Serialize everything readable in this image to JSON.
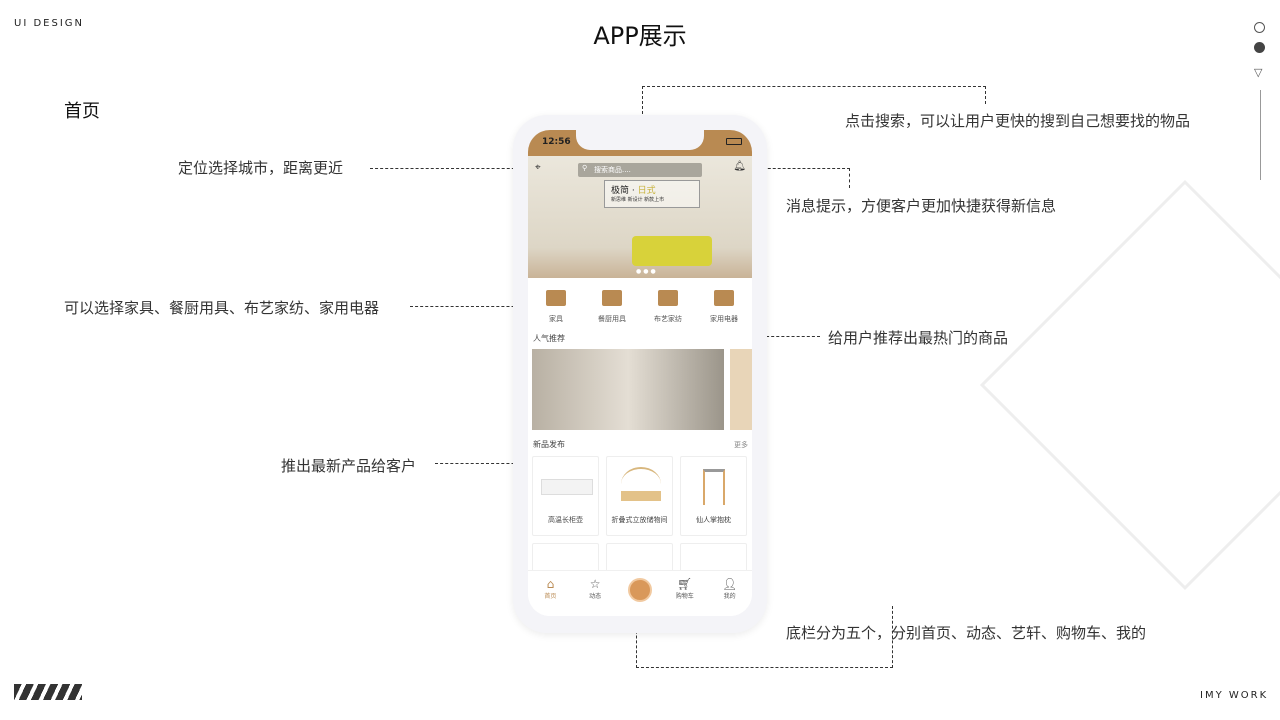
{
  "brand": "UI DESIGN",
  "title": "APP展示",
  "section": "首页",
  "footer": "IMY WORK",
  "accent": "#b98a52",
  "notes": {
    "search": "点击搜索，可以让用户更快的搜到自己想要找的物品",
    "location": "定位选择城市，距离更近",
    "message": "消息提示，方便客户更加快捷获得新信息",
    "categories": "可以选择家具、餐厨用具、布艺家纺、家用电器",
    "popular": "给用户推荐出最热门的商品",
    "newest": "推出最新产品给客户",
    "tabbar": "底栏分为五个，分别首页、动态、艺轩、购物车、我的"
  },
  "app": {
    "time": "12:56",
    "search_placeholder": "搜索商品....",
    "promo_title": "极简 · ",
    "promo_accent": "日式",
    "promo_sub": "新思维 新设计 新款上市",
    "categories": [
      {
        "label": "家具",
        "icon": "sofa-icon"
      },
      {
        "label": "餐厨用具",
        "icon": "cabinet-icon"
      },
      {
        "label": "布艺家纺",
        "icon": "desk-icon"
      },
      {
        "label": "家用电器",
        "icon": "lamp-icon"
      }
    ],
    "popular_title": "人气推荐",
    "new_title": "新品发布",
    "more": "更多",
    "products": [
      "高温长柜壶",
      "折叠式立放储物间",
      "仙人掌抱枕"
    ],
    "tabs": [
      {
        "label": "首页",
        "icon": "home-icon"
      },
      {
        "label": "动态",
        "icon": "star-icon"
      },
      {
        "label": "",
        "icon": "center-logo-icon"
      },
      {
        "label": "购物车",
        "icon": "cart-icon"
      },
      {
        "label": "我的",
        "icon": "user-icon"
      }
    ]
  }
}
